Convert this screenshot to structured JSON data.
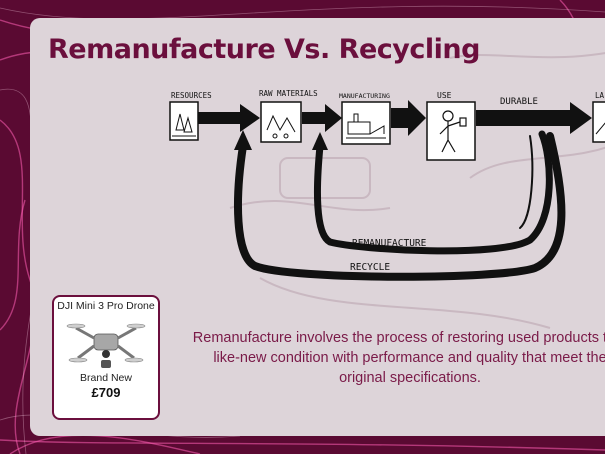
{
  "slide": {
    "title": "Remanufacture Vs. Recycling",
    "body": "Remanufacture involves the process of restoring used products to a like-new condition with performance and quality that meet the original specifications."
  },
  "diagram": {
    "stages": [
      {
        "label": "RESOURCES",
        "icon": "trees-icon"
      },
      {
        "label": "RAW MATERIALS",
        "icon": "raw-materials-icon"
      },
      {
        "label": "MANUFACTURING",
        "icon": "factory-icon"
      },
      {
        "label": "USE",
        "icon": "person-icon"
      },
      {
        "label": "LA",
        "icon": "landfill-icon"
      }
    ],
    "durable_label": "DURABLE",
    "loops": [
      {
        "label": "REMANUFACTURE"
      },
      {
        "label": "RECYCLE"
      }
    ]
  },
  "product_card": {
    "name": "DJI Mini 3 Pro Drone",
    "condition": "Brand New",
    "price": "£709",
    "icon": "drone-icon"
  },
  "colors": {
    "background": "#5a0a32",
    "panel": "#ddd4d9",
    "accent": "#6b0f3d",
    "body_text": "#7a1a48"
  }
}
